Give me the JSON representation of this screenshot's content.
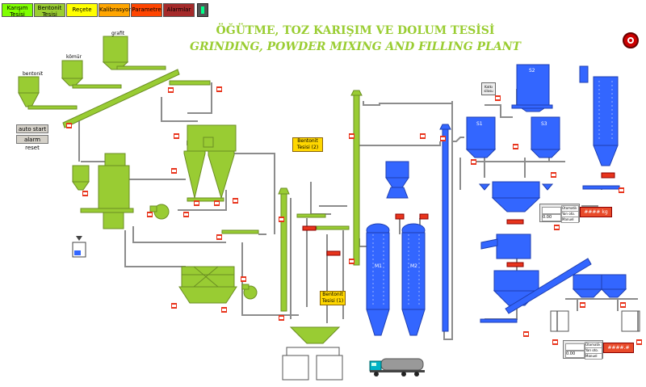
{
  "menu": {
    "tabs": [
      {
        "label": "Karışım Tesisi",
        "color": "#7fff00"
      },
      {
        "label": "Bentonit Tesisi",
        "color": "#9acd32"
      },
      {
        "label": "Reçete",
        "color": "#ffff00"
      },
      {
        "label": "Kalibrasyon",
        "color": "#ffa500"
      },
      {
        "label": "Parametre",
        "color": "#ff4500"
      },
      {
        "label": "Alarmlar",
        "color": "#a52a2a"
      }
    ]
  },
  "title": {
    "tr": "ÖĞÜTME, TOZ KARIŞIM VE DOLUM TESİSİ",
    "en": "GRINDING, POWDER MIXING AND FILLING PLANT"
  },
  "hoppers": {
    "bentonit": "bentonit",
    "komur": "kömür",
    "grafit": "grafit"
  },
  "controls": {
    "auto_start": "auto start",
    "alarm_reset": "alarm reset"
  },
  "bentonit_tesisi_2": "Bentonit Tesisi (2)",
  "bentonit_tesisi_1": "Bentonit Tesisi (1)",
  "tanks": {
    "m1": "M1",
    "m2": "M2",
    "s1": "S1",
    "s2": "S2",
    "s3": "S3",
    "katki": "Katkı silosu"
  },
  "panel1": {
    "rows": [
      "Otomatik",
      "Yarı oto.",
      "Manuel"
    ],
    "inputs": [
      "",
      "0.00"
    ],
    "kg": "#### kg"
  },
  "panel2": {
    "rows": [
      "Otomatik",
      "Yarı oto.",
      "Manuel"
    ],
    "inputs": [
      "",
      "0.00"
    ],
    "kg": "####.# kg"
  },
  "colors": {
    "green": "#99cc33",
    "blue": "#3366ff",
    "pipe": "#8c8c8c",
    "alarm": "#e8341c"
  }
}
